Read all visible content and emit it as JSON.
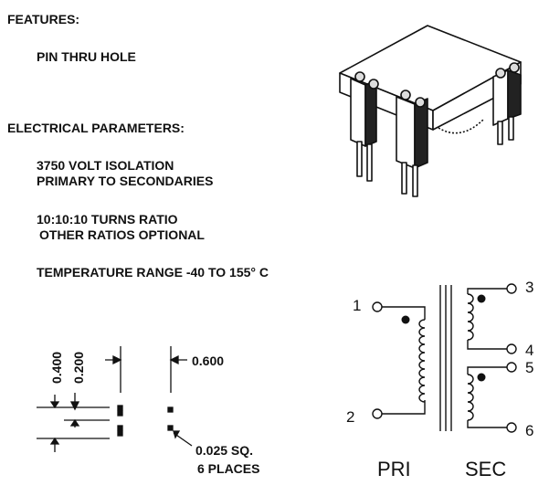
{
  "features": {
    "heading": "FEATURES:",
    "items": [
      "PIN THRU HOLE"
    ]
  },
  "electrical": {
    "heading": "ELECTRICAL PARAMETERS:",
    "isolation": [
      "3750 VOLT ISOLATION",
      "PRIMARY TO SECONDARIES"
    ],
    "turns": [
      "10:10:10 TURNS RATIO",
      "OTHER RATIOS OPTIONAL"
    ],
    "temperature": "TEMPERATURE RANGE -40 TO 155° C"
  },
  "footprint": {
    "dim_a": "0.400",
    "dim_b": "0.200",
    "dim_c": "0.600",
    "pad_note": [
      "0.025 SQ.",
      "6 PLACES"
    ]
  },
  "schematic": {
    "pins": [
      "1",
      "2",
      "3",
      "4",
      "5",
      "6"
    ],
    "primary_label": "PRI",
    "secondary_label": "SEC"
  }
}
